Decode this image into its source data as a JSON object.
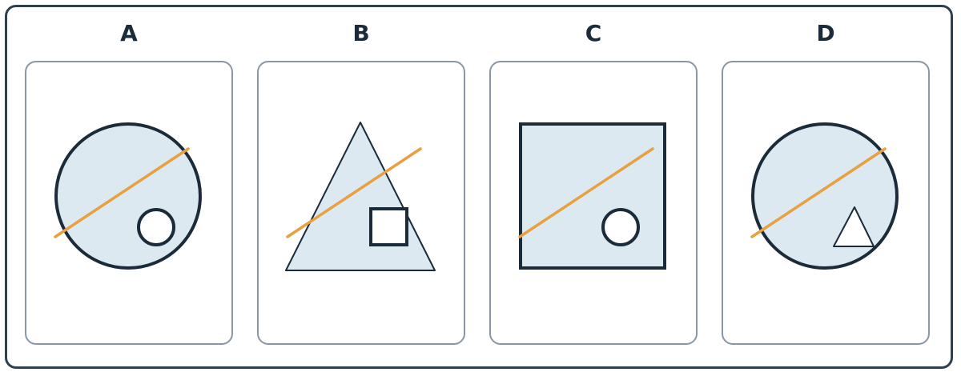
{
  "colors": {
    "frame_border": "#2e3f50",
    "panel_border": "#8996a3",
    "label_text": "#1c2b3a",
    "shape_fill": "#dce9f0",
    "shape_stroke": "#1c2b3a",
    "line_color": "#e8a040",
    "inner_fill": "#ffffff"
  },
  "options": [
    {
      "label": "A",
      "outer_shape": "circle",
      "inner_shape": "circle",
      "line": "diagonal-orange-line"
    },
    {
      "label": "B",
      "outer_shape": "triangle",
      "inner_shape": "square",
      "line": "diagonal-orange-line"
    },
    {
      "label": "C",
      "outer_shape": "square",
      "inner_shape": "circle",
      "line": "diagonal-orange-line"
    },
    {
      "label": "D",
      "outer_shape": "circle",
      "inner_shape": "triangle",
      "line": "diagonal-orange-line"
    }
  ]
}
